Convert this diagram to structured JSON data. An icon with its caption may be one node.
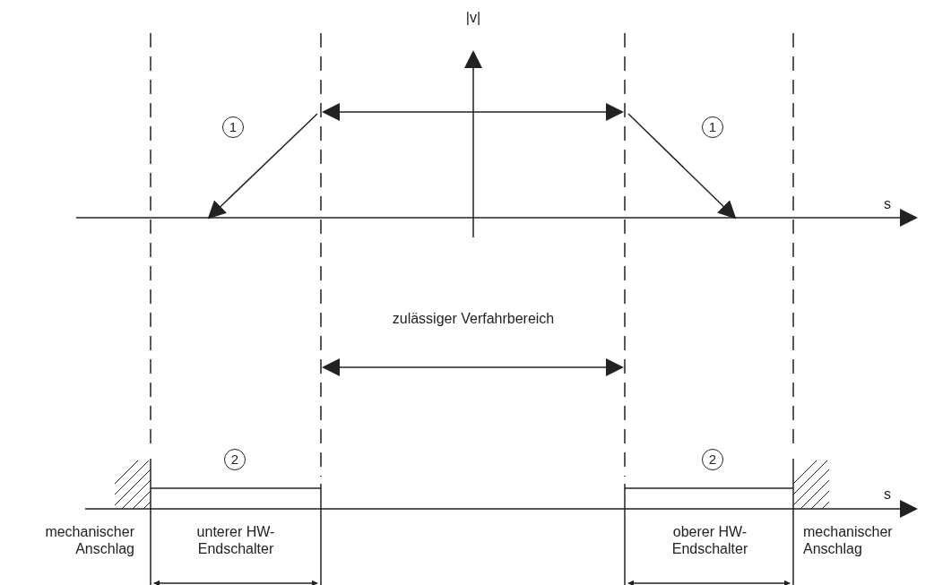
{
  "diagram": {
    "labels": [
      "|v|",
      "1",
      "1",
      "s",
      "zulässiger Verfahrbereich",
      "2",
      "2",
      "s",
      "mechanischer Anschlag",
      "unterer HW-Endschalter",
      "oberer HW-Endschalter",
      "mechanischer Anschlag"
    ]
  }
}
